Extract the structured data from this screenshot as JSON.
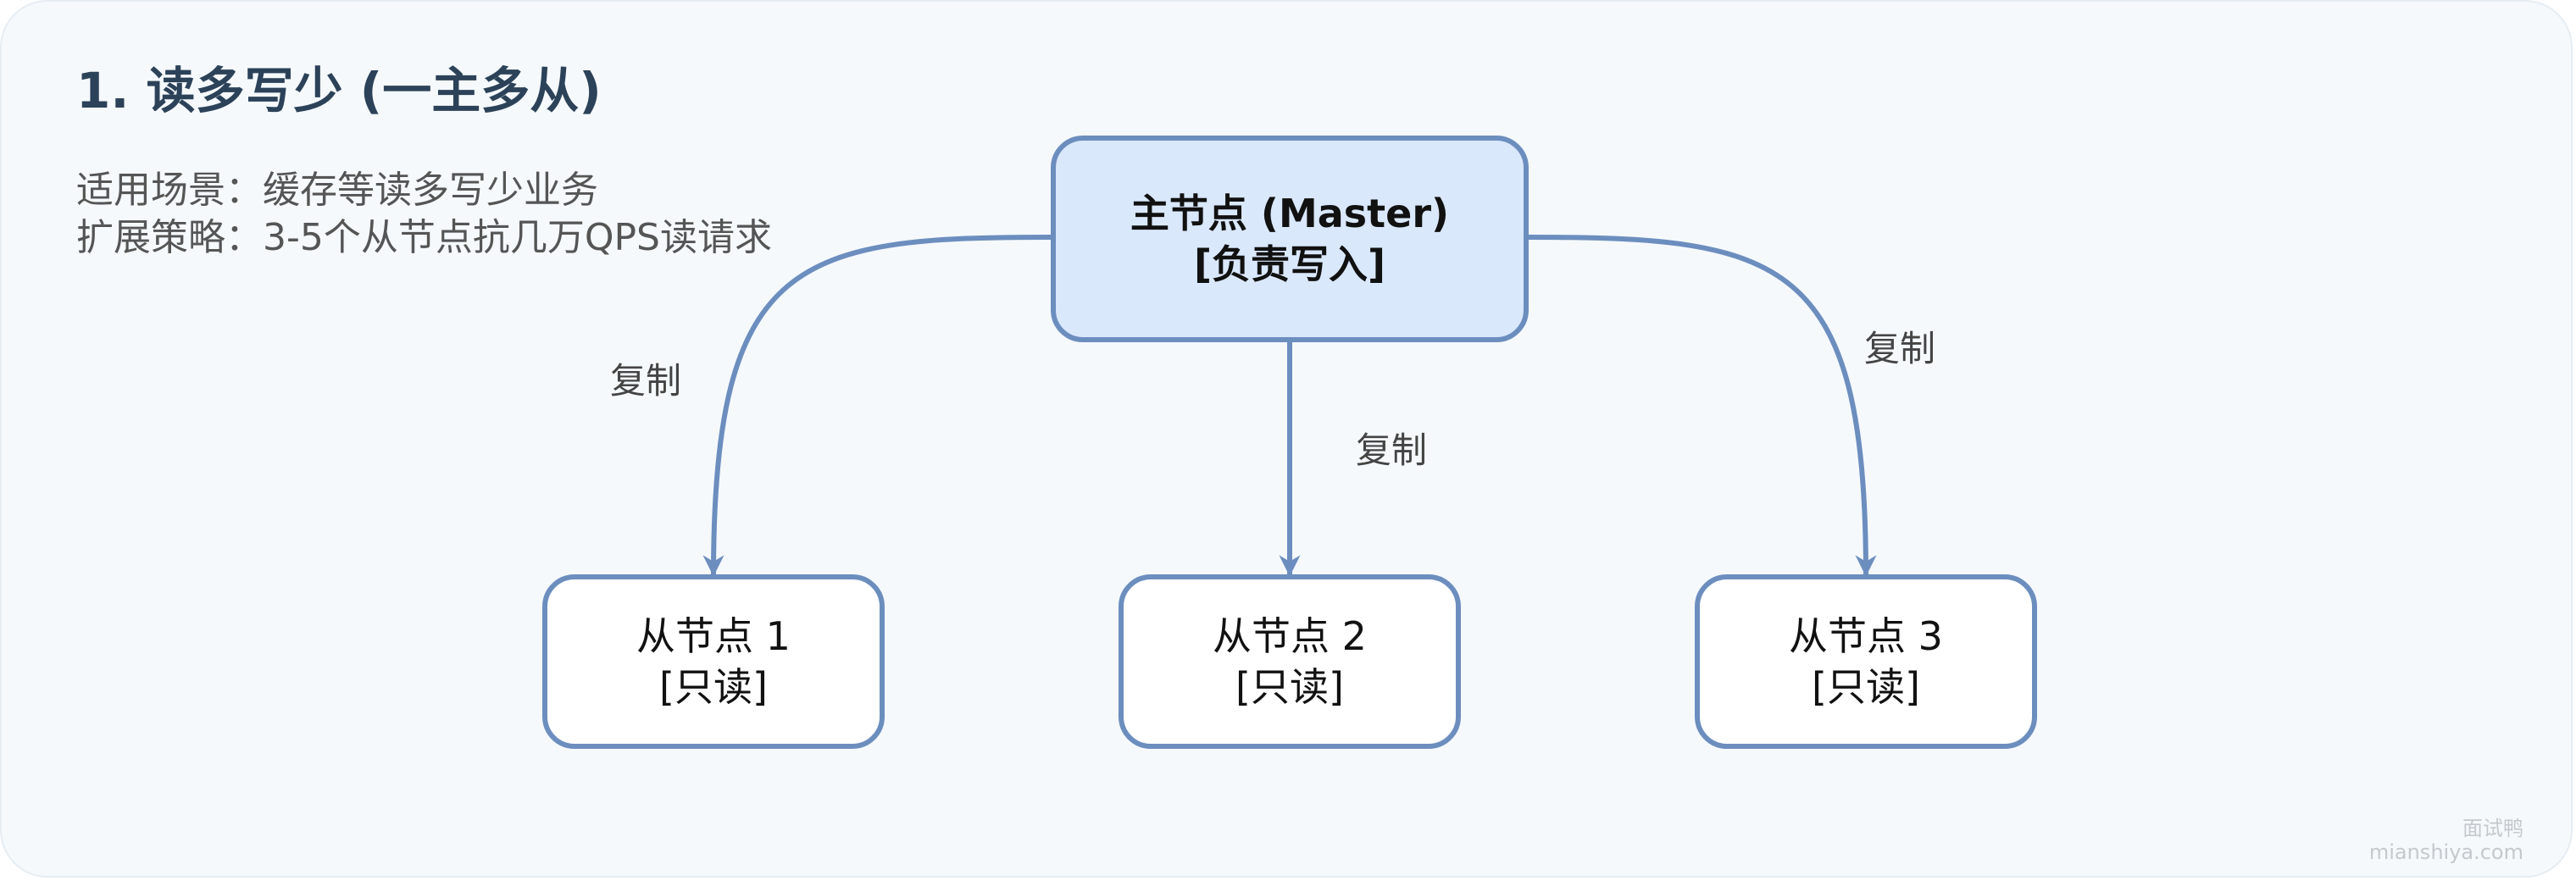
{
  "title": "1. 读多写少 (一主多从)",
  "description": {
    "scenario": "适用场景：缓存等读多写少业务",
    "strategy": "扩展策略：3-5个从节点抗几万QPS读请求"
  },
  "master": {
    "line1": "主节点 (Master)",
    "line2": "[负责写入]"
  },
  "slaves": [
    {
      "line1": "从节点 1",
      "line2": "[只读]"
    },
    {
      "line1": "从节点 2",
      "line2": "[只读]"
    },
    {
      "line1": "从节点 3",
      "line2": "[只读]"
    }
  ],
  "edges": [
    {
      "label": "复制"
    },
    {
      "label": "复制"
    },
    {
      "label": "复制"
    }
  ],
  "watermark": {
    "line1": "面试鸭",
    "line2": "mianshiya.com"
  },
  "colors": {
    "background": "#f5f9fc",
    "title": "#2b4259",
    "edge": "#6c8ebf",
    "master_fill": "#dae8fc",
    "slave_fill": "#ffffff"
  }
}
